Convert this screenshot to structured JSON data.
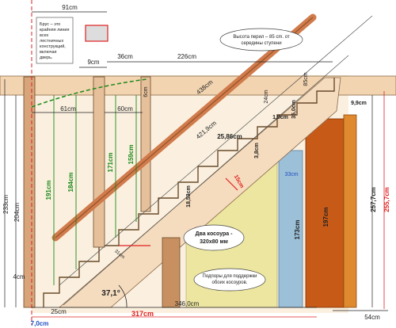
{
  "notes": {
    "brus_line1": "Брус – это",
    "brus_line2": "крайняя линия",
    "brus_line3": "всех",
    "brus_line4": "лестничных",
    "brus_line5": "конструкций,",
    "brus_line6": "включая",
    "brus_line7": "дверь.",
    "railing_line1": "Высота перил – 85 cm. от",
    "railing_line2": "середины ступени",
    "stringers_line1": "Два косоура -",
    "stringers_line2": "320x80 мм",
    "supports_line1": "Подпоры для поддержки",
    "supports_line2": "обоих косоуров."
  },
  "dims": {
    "d91": "91cm",
    "d9": "9cm",
    "d36": "36cm",
    "d226": "226cm",
    "d438": "438cm",
    "d85": "85cm",
    "d24": "24cm",
    "d61": "61cm",
    "d60": "60cm",
    "d6": "6cm",
    "d4219": "421,9cm",
    "d350": "35,0cm",
    "d19": "1,9cm",
    "d99": "9,9cm",
    "d2586": "25,86cm",
    "d38": "3,8cm",
    "d191": "191cm",
    "d184": "184cm",
    "d171": "171cm",
    "d159": "159cm",
    "d1853": "18,53cm",
    "d15": "15cm",
    "d33": "33cm",
    "d233": "233cm",
    "d204": "204cm",
    "d173": "173cm",
    "d197": "197cm",
    "d2577": "257,7cm",
    "d2557": "255,7cm",
    "d31": "31cm",
    "d4": "4cm",
    "d25": "25cm",
    "d3460": "346,0cm",
    "d317": "317cm",
    "d54": "54cm",
    "d70": "7,0cm",
    "angle": "37,1°"
  },
  "colors": {
    "wall": "#f8e3c7",
    "beam": "#f2d4b0",
    "wood": "#d8a57a",
    "wood_dark": "#b5704a",
    "handrail": "#d07b4c",
    "stringer_fill": "#f5dcbf",
    "panel_yellow": "#ece6a0",
    "panel_blue": "#9cc0d8",
    "panel_orange_dark": "#c85a18",
    "panel_orange": "#e08a30",
    "red": "#e02020",
    "green": "#1a8a1a",
    "blue": "#2050c0",
    "dim": "#222222"
  }
}
